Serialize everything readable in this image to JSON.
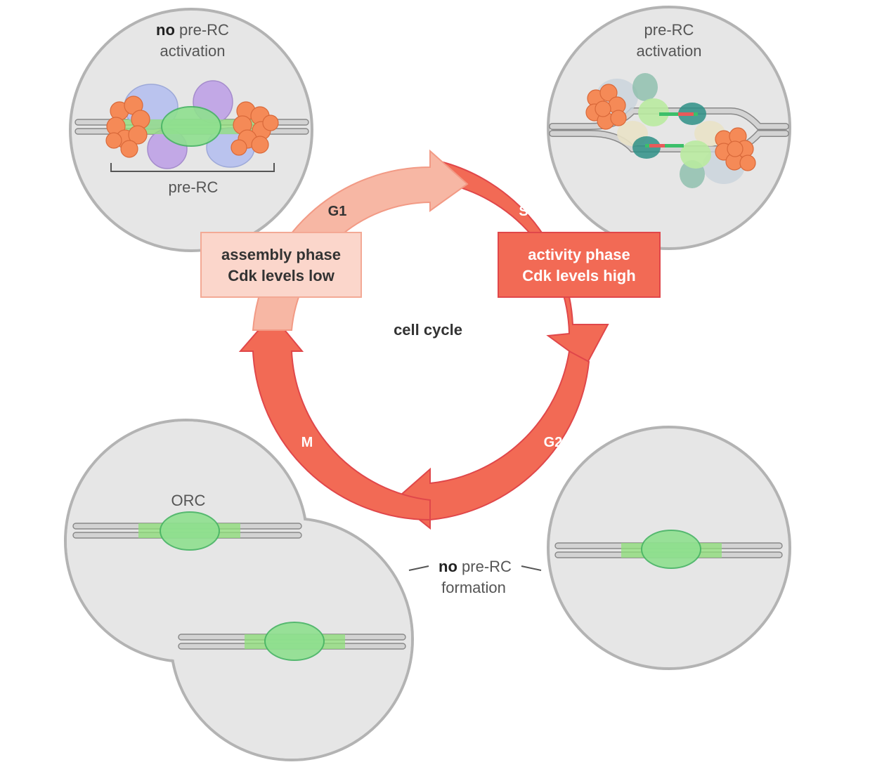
{
  "cycle": {
    "center_label": "cell cycle",
    "phases": {
      "g1": "G1",
      "s": "S",
      "g2": "G2",
      "m": "M"
    }
  },
  "assembly_box": {
    "line1": "assembly phase",
    "line2": "Cdk levels low"
  },
  "activity_box": {
    "line1": "activity phase",
    "line2": "Cdk levels high"
  },
  "panels": {
    "top_left": {
      "title_bold": "no",
      "title_rest": " pre-RC",
      "title_line2": "activation",
      "bracket_label": "pre-RC"
    },
    "top_right": {
      "title_line1": "pre-RC",
      "title_line2": "activation"
    },
    "bottom_left": {
      "orc_label": "ORC"
    }
  },
  "no_formation": {
    "bold": "no",
    "rest": " pre-RC",
    "line2": "formation"
  },
  "colors": {
    "cell_fill": "#e6e6e6",
    "cell_stroke": "#b3b3b3",
    "arrow_light": "#f7b7a4",
    "arrow_dark": "#f26a55",
    "arrow_stroke": "#e0474a",
    "orc_green": "#8fe08f",
    "origin_green": "#8fe07a",
    "mcm_orange": "#f58a57",
    "cdc6_blue": "#b8c2ef",
    "cdt1_purple": "#c2a8e6",
    "teal": "#2e8f86",
    "dna_gray": "#d3d3d3"
  }
}
